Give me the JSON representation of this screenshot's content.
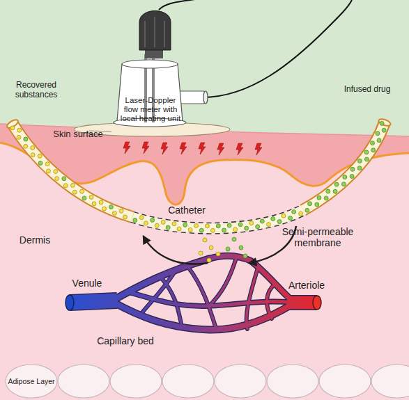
{
  "diagram": {
    "labels": [
      "Recovered substances",
      "Infused drug",
      "Laser-Doppler flow meter with local heating unit",
      "Skin surface",
      "Catheter",
      "Semi-permeable membrane",
      "Dermis",
      "Venule",
      "Arteriole",
      "Capillary bed",
      "Adipose Layer"
    ]
  }
}
